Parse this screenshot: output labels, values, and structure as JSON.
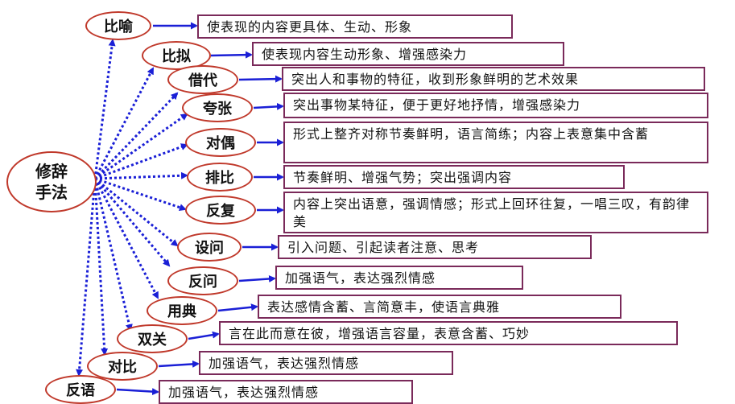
{
  "root": {
    "line1": "修辞",
    "line2": "手法"
  },
  "colors": {
    "oval_border": "#c0392b",
    "box_border": "#7a2a5a",
    "arrow": "#1a1fd6"
  },
  "items": [
    {
      "name": "比喻",
      "desc": "使表现的内容更具体、生动、形象"
    },
    {
      "name": "比拟",
      "desc": "使表现内容生动形象、增强感染力"
    },
    {
      "name": "借代",
      "desc": "突出人和事物的特征，收到形象鲜明的艺术效果"
    },
    {
      "name": "夸张",
      "desc": "突出事物某特征，便于更好地抒情，增强感染力"
    },
    {
      "name": "对偶",
      "desc": "形式上整齐对称节奏鲜明，语言简练；内容上表意集中含蓄"
    },
    {
      "name": "排比",
      "desc": "节奏鲜明、增强气势；突出强调内容"
    },
    {
      "name": "反复",
      "desc": "内容上突出语意，强调情感；形式上回环往复，一唱三叹，有韵律美"
    },
    {
      "name": "设问",
      "desc": "引入问题、引起读者注意、思考"
    },
    {
      "name": "反问",
      "desc": "加强语气，表达强烈情感"
    },
    {
      "name": "用典",
      "desc": "表达感情含蓄、言简意丰，使语言典雅"
    },
    {
      "name": "双关",
      "desc": "言在此而意在彼，增强语言容量，表意含蓄、巧妙"
    },
    {
      "name": "对比",
      "desc": "加强语气，表达强烈情感"
    },
    {
      "name": "反语",
      "desc": "加强语气，表达强烈情感"
    }
  ]
}
